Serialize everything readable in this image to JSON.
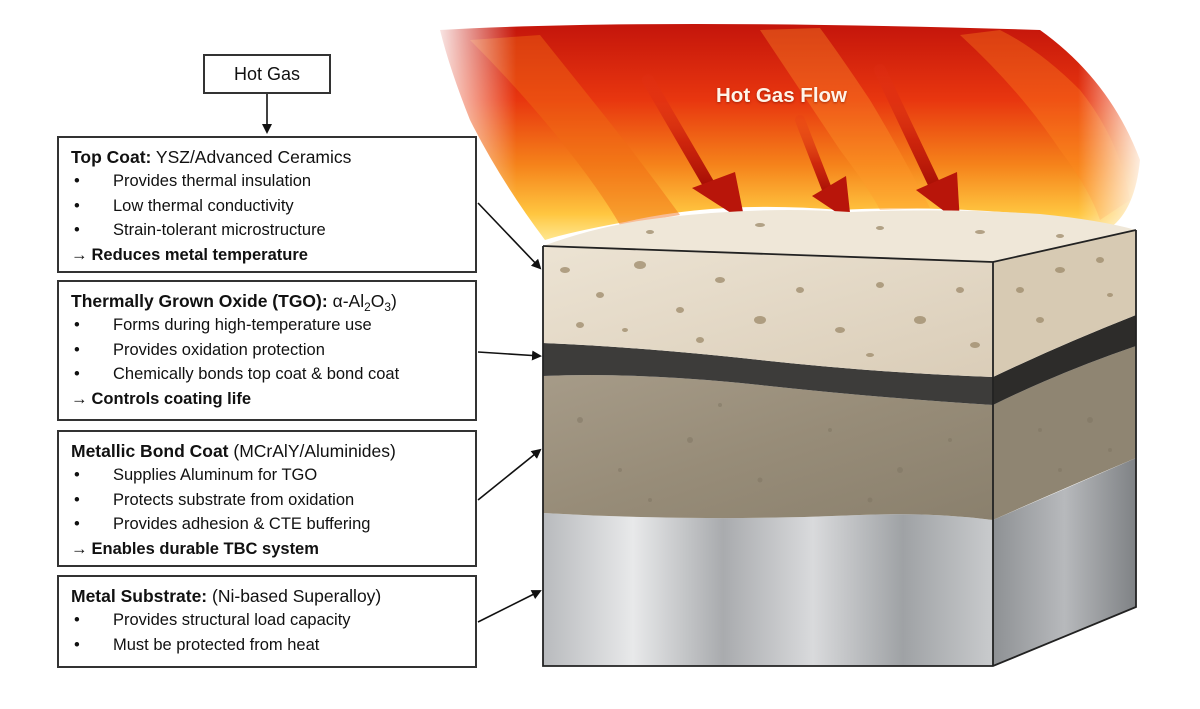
{
  "hot_gas_label": "Hot Gas",
  "flow_label": "Hot Gas Flow",
  "layers": {
    "top_coat": {
      "name": "Top Coat:",
      "material": "YSZ/Advanced Ceramics",
      "bullets": [
        "Provides thermal insulation",
        "Low thermal conductivity",
        "Strain-tolerant microstructure"
      ],
      "result": "Reduces metal temperature"
    },
    "tgo": {
      "name": "Thermally Grown Oxide (TGO):",
      "material_prefix": "α-Al",
      "material_sub1": "2",
      "material_mid": "O",
      "material_sub2": "3",
      "material_suffix": ")",
      "bullets": [
        "Forms during high-temperature use",
        "Provides oxidation protection",
        "Chemically bonds top coat & bond coat"
      ],
      "result": "Controls coating life"
    },
    "bond_coat": {
      "name": "Metallic Bond Coat",
      "material": "(MCrAlY/Aluminides)",
      "bullets": [
        "Supplies Aluminum for TGO",
        "Protects substrate from oxidation",
        "Provides adhesion & CTE buffering"
      ],
      "result": "Enables durable TBC system"
    },
    "substrate": {
      "name": "Metal Substrate:",
      "material": "(Ni-based Superalloy)",
      "bullets": [
        "Provides structural load capacity",
        "Must be protected from heat"
      ]
    }
  },
  "result_arrow": "→",
  "colors": {
    "flame_red": "#d8220f",
    "flame_orange": "#f47a10",
    "flame_yellow": "#ffd24a",
    "ceramic": "#e7dccb",
    "tgo": "#3d3c3a",
    "bond_coat": "#9c917f",
    "substrate": "#c7c9cb",
    "arrow_red": "#c8190a"
  }
}
